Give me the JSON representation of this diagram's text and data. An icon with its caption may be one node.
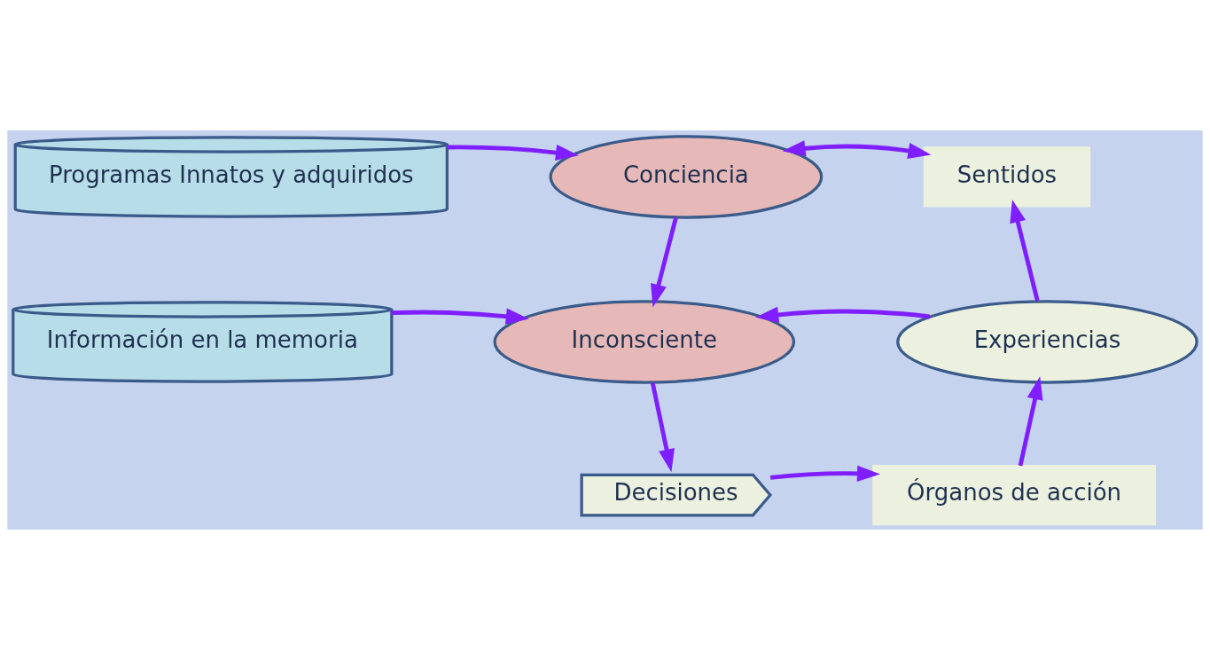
{
  "diagram": {
    "nodes": [
      {
        "text": [
          "Programas Innatos y adquiridos"
        ]
      },
      {
        "text": [
          "Conciencia"
        ]
      },
      {
        "text": [
          "Sentidos"
        ]
      },
      {
        "text": [
          "Información en la memoria"
        ]
      },
      {
        "text": [
          "Inconsciente"
        ]
      },
      {
        "text": [
          "Experiencias"
        ]
      },
      {
        "text": [
          "Decisiones"
        ]
      },
      {
        "text": [
          "Órganos de acción"
        ]
      }
    ],
    "edges": [
      {
        "from": 0,
        "to": 1,
        "arrow": "to"
      },
      {
        "from": 1,
        "to": 2,
        "arrow": "both"
      },
      {
        "from": 1,
        "to": 4,
        "arrow": "to"
      },
      {
        "from": 3,
        "to": 4,
        "arrow": "to"
      },
      {
        "from": 5,
        "to": 4,
        "arrow": "to"
      },
      {
        "from": 5,
        "to": 2,
        "arrow": "to"
      },
      {
        "from": 4,
        "to": 6,
        "arrow": "to"
      },
      {
        "from": 6,
        "to": 7,
        "arrow": "to"
      },
      {
        "from": 7,
        "to": 5,
        "arrow": "to"
      }
    ]
  }
}
